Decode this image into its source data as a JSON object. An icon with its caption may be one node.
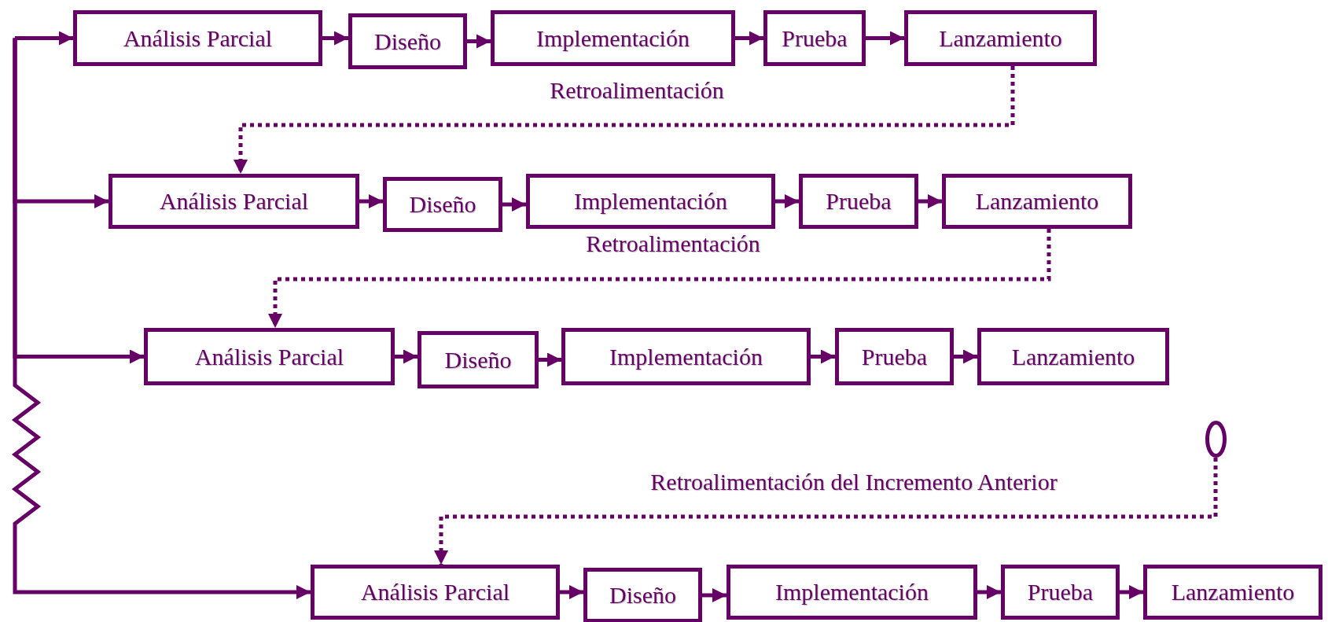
{
  "diagram": {
    "nodes": [
      {
        "text": [
          "Análisis Parcial"
        ]
      },
      {
        "text": [
          "Diseño"
        ]
      },
      {
        "text": [
          "Implementación"
        ]
      },
      {
        "text": [
          "Prueba"
        ]
      },
      {
        "text": [
          "Lanzamiento"
        ]
      },
      {
        "text": [
          "Análisis Parcial"
        ]
      },
      {
        "text": [
          "Diseño"
        ]
      },
      {
        "text": [
          "Implementación"
        ]
      },
      {
        "text": [
          "Prueba"
        ]
      },
      {
        "text": [
          "Lanzamiento"
        ]
      },
      {
        "text": [
          "Análisis Parcial"
        ]
      },
      {
        "text": [
          "Diseño"
        ]
      },
      {
        "text": [
          "Implementación"
        ]
      },
      {
        "text": [
          "Prueba"
        ]
      },
      {
        "text": [
          "Lanzamiento"
        ]
      },
      {
        "text": [],
        "shape": "circle"
      },
      {
        "text": [
          "Análisis Parcial"
        ]
      },
      {
        "text": [
          "Diseño"
        ]
      },
      {
        "text": [
          "Implementación"
        ]
      },
      {
        "text": [
          "Prueba"
        ]
      },
      {
        "text": [
          "Lanzamiento"
        ]
      }
    ],
    "edges": [
      {
        "from": null,
        "to": 0,
        "arrow": "to"
      },
      {
        "from": null,
        "to": 5,
        "arrow": "to"
      },
      {
        "from": null,
        "to": 10,
        "arrow": "to"
      },
      {
        "from": null,
        "to": 16,
        "arrow": "to"
      },
      {
        "from": 0,
        "to": 1,
        "arrow": "to"
      },
      {
        "from": 1,
        "to": 2,
        "arrow": "to"
      },
      {
        "from": 2,
        "to": 3,
        "arrow": "to"
      },
      {
        "from": 3,
        "to": 4,
        "arrow": "to"
      },
      {
        "from": 4,
        "to": 5,
        "arrow": "to",
        "label": "Retroalimentación",
        "style": "dashed"
      },
      {
        "from": 5,
        "to": 6,
        "arrow": "to"
      },
      {
        "from": 6,
        "to": 7,
        "arrow": "to"
      },
      {
        "from": 7,
        "to": 8,
        "arrow": "to"
      },
      {
        "from": 8,
        "to": 9,
        "arrow": "to"
      },
      {
        "from": 9,
        "to": 10,
        "arrow": "to",
        "label": "Retroalimentación",
        "style": "dashed"
      },
      {
        "from": 10,
        "to": 11,
        "arrow": "to"
      },
      {
        "from": 11,
        "to": 12,
        "arrow": "to"
      },
      {
        "from": 12,
        "to": 13,
        "arrow": "to"
      },
      {
        "from": 13,
        "to": 14,
        "arrow": "to"
      },
      {
        "from": 15,
        "to": 16,
        "arrow": "to",
        "label": "Retroalimentación del Incremento Anterior",
        "style": "dashed"
      },
      {
        "from": 16,
        "to": 17,
        "arrow": "to"
      },
      {
        "from": 17,
        "to": 18,
        "arrow": "to"
      },
      {
        "from": 18,
        "to": 19,
        "arrow": "to"
      },
      {
        "from": 19,
        "to": 20,
        "arrow": "to"
      }
    ]
  }
}
